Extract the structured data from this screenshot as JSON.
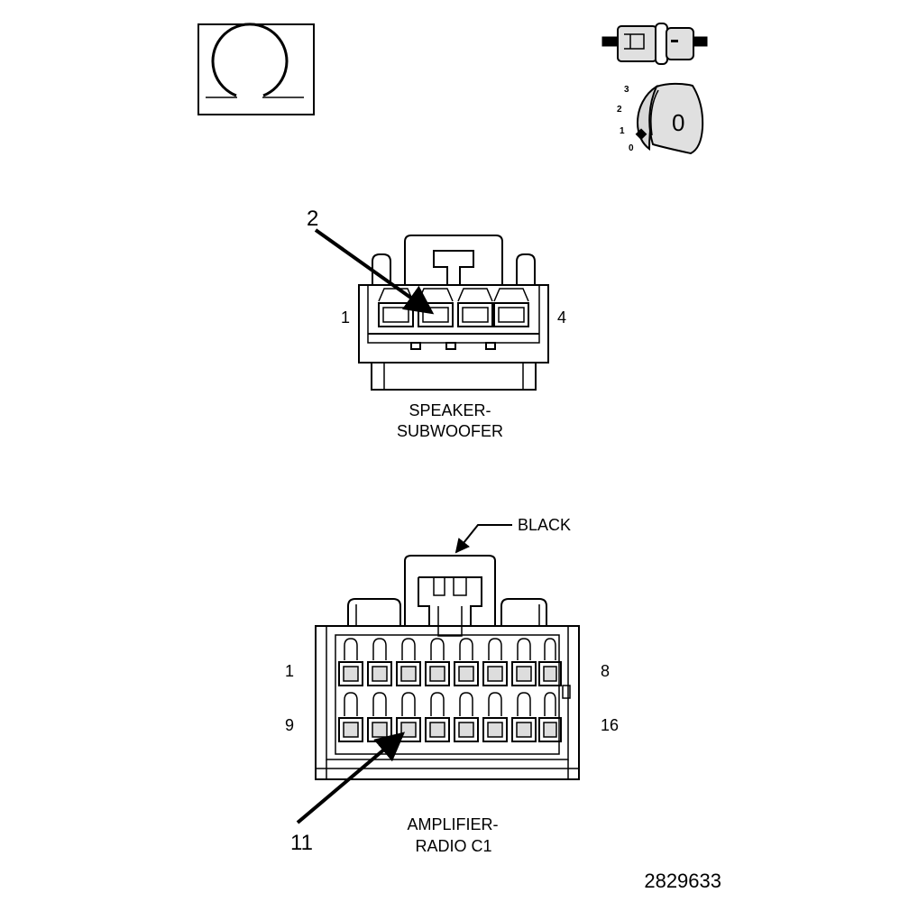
{
  "ohm_symbol": {
    "icon": "ohm-meter-icon"
  },
  "connector_icon": {
    "icon": "connector-icon"
  },
  "ignition": {
    "icon": "ignition-key-icon",
    "positions": [
      "3",
      "2",
      "1",
      "0"
    ],
    "key_label": "0"
  },
  "speaker_connector": {
    "callout": "2",
    "pin_first": "1",
    "pin_last": "4",
    "name_line1": "SPEAKER-",
    "name_line2": "SUBWOOFER"
  },
  "amplifier_connector": {
    "color_label": "BLACK",
    "callout": "11",
    "row1_first": "1",
    "row1_last": "8",
    "row2_first": "9",
    "row2_last": "16",
    "name_line1": "AMPLIFIER-",
    "name_line2": "RADIO C1"
  },
  "figure_id": "2829633"
}
